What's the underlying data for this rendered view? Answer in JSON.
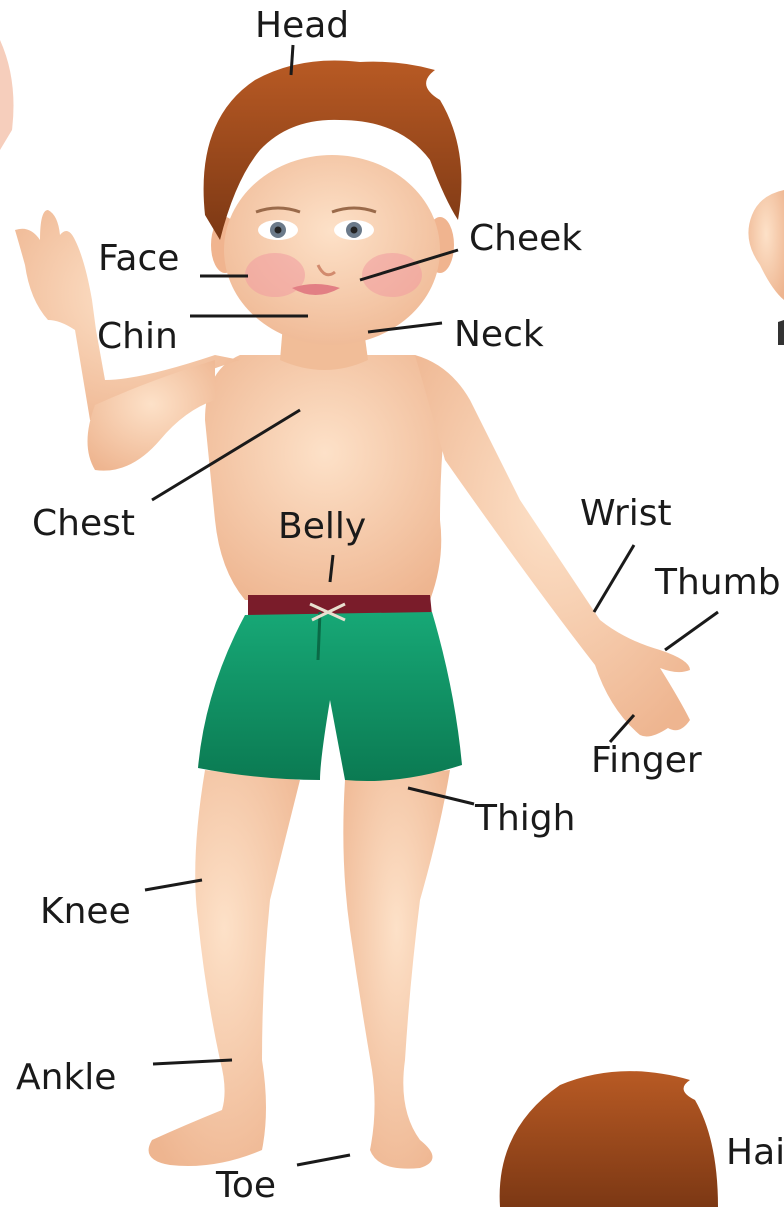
{
  "labels": {
    "head": "Head",
    "face": "Face",
    "cheek": "Cheek",
    "chin": "Chin",
    "neck": "Neck",
    "chest": "Chest",
    "belly": "Belly",
    "wrist": "Wrist",
    "thumb": "Thumb",
    "finger": "Finger",
    "thigh": "Thigh",
    "knee": "Knee",
    "ankle": "Ankle",
    "toe": "Toe",
    "hair": "Hai"
  },
  "colors": {
    "skin": "#f6c9a6",
    "skin_shadow": "#e9a982",
    "hair": "#9b4a1c",
    "hair_light": "#c0642a",
    "shorts": "#149a6a",
    "shorts_dark": "#0c7a52",
    "waistband": "#7a1c2a",
    "cheek_blush": "#f19aa0",
    "leader_line": "#1a1a1a"
  },
  "icons": [
    "boy-figure-illustration",
    "hair-piece-illustration"
  ]
}
